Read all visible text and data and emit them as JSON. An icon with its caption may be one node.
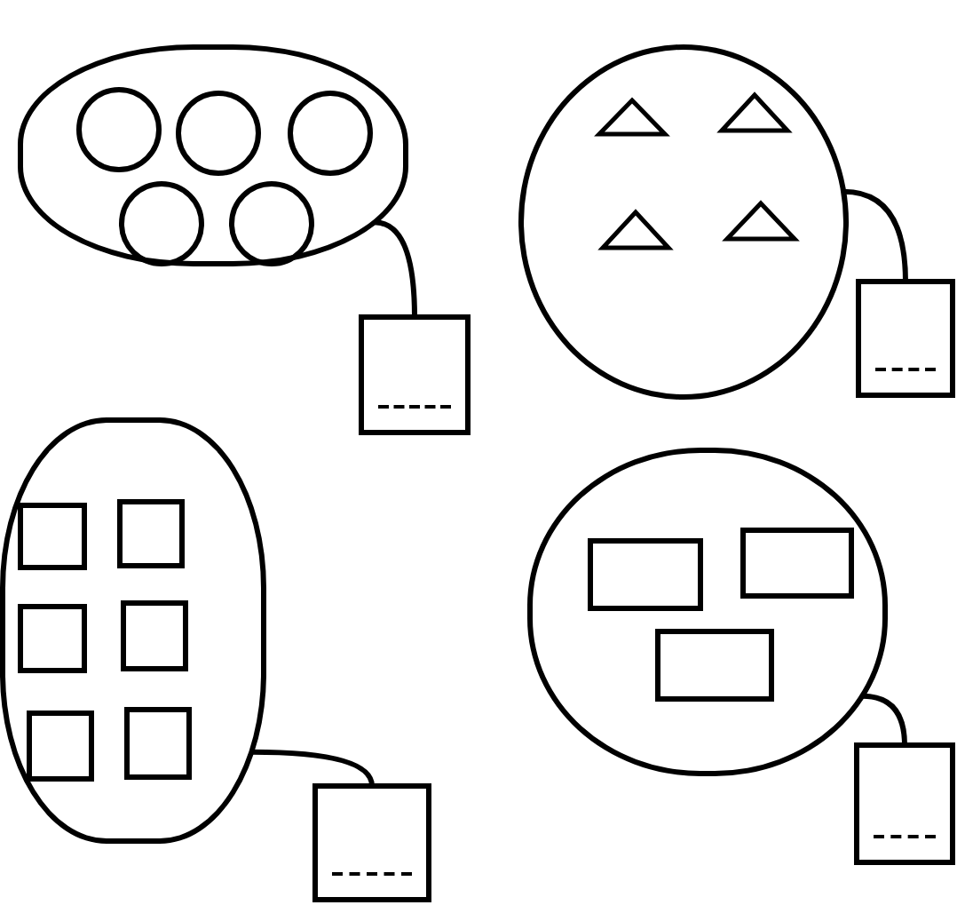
{
  "diagram": {
    "nodes": [
      {
        "text": [],
        "shape": "cloud"
      },
      {
        "text": [],
        "shape": "circle",
        "in": 0
      },
      {
        "text": [],
        "shape": "circle",
        "in": 0
      },
      {
        "text": [],
        "shape": "circle",
        "in": 0
      },
      {
        "text": [],
        "shape": "circle",
        "in": 0
      },
      {
        "text": [],
        "shape": "circle",
        "in": 0
      },
      {
        "text": [],
        "shape": "circle"
      },
      {
        "text": [],
        "shape": "triangle",
        "in": 6
      },
      {
        "text": [],
        "shape": "triangle",
        "in": 6
      },
      {
        "text": [],
        "shape": "triangle",
        "in": 6
      },
      {
        "text": [],
        "shape": "triangle",
        "in": 6
      },
      {
        "text": [],
        "shape": "box"
      },
      {
        "text": [],
        "shape": "box"
      },
      {
        "text": [],
        "shape": "cloud"
      },
      {
        "text": [],
        "shape": "box",
        "in": 13
      },
      {
        "text": [],
        "shape": "box",
        "in": 13
      },
      {
        "text": [],
        "shape": "box",
        "in": 13
      },
      {
        "text": [],
        "shape": "box",
        "in": 13
      },
      {
        "text": [],
        "shape": "box",
        "in": 13
      },
      {
        "text": [],
        "shape": "box",
        "in": 13
      },
      {
        "text": [],
        "shape": "cloud"
      },
      {
        "text": [],
        "shape": "box",
        "in": 20
      },
      {
        "text": [],
        "shape": "box",
        "in": 20
      },
      {
        "text": [],
        "shape": "box",
        "in": 20
      },
      {
        "text": [],
        "shape": "box"
      },
      {
        "text": [],
        "shape": "box"
      }
    ],
    "edges": [
      {
        "from": 0,
        "to": 11,
        "arrow": "none"
      },
      {
        "from": 6,
        "to": 12,
        "arrow": "none"
      },
      {
        "from": 13,
        "to": 24,
        "arrow": "none"
      },
      {
        "from": 20,
        "to": 25,
        "arrow": "none"
      }
    ]
  }
}
